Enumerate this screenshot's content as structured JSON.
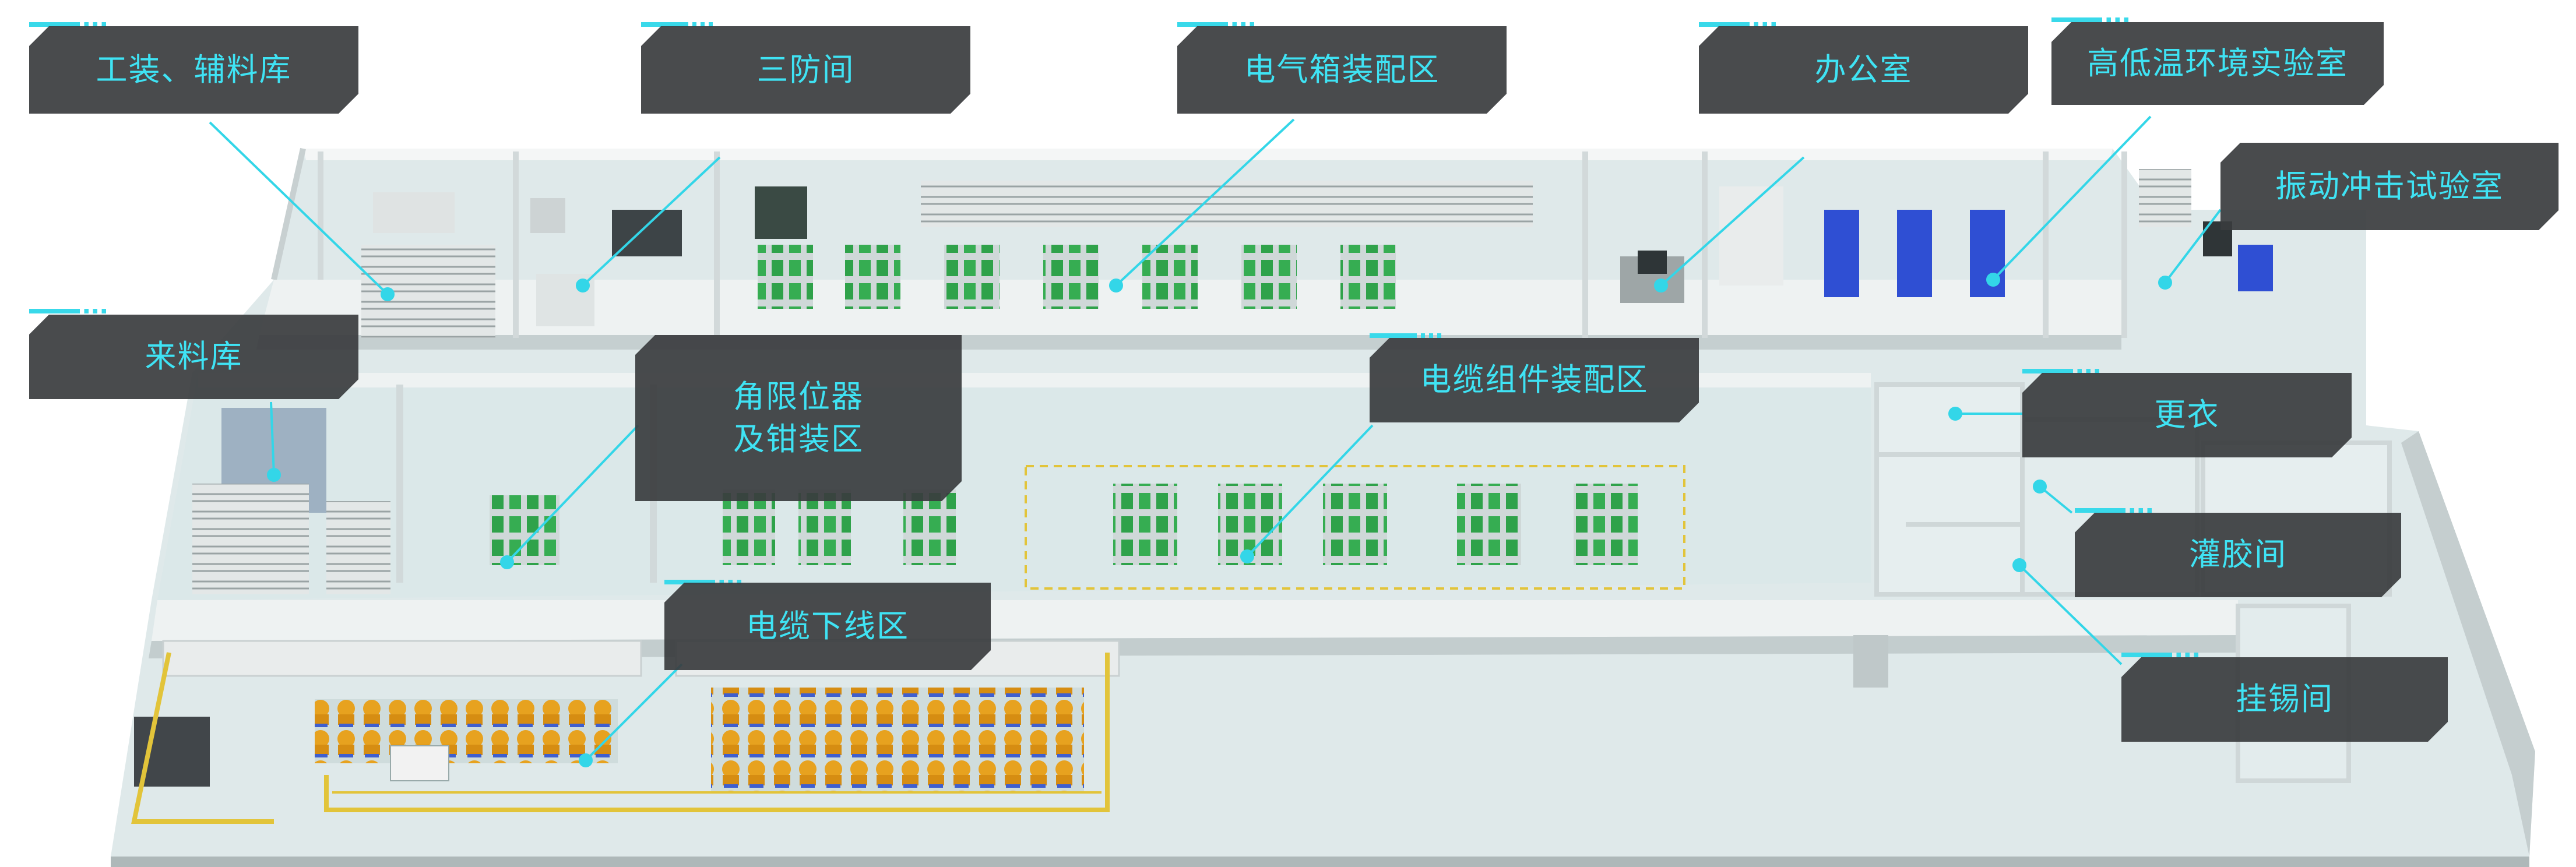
{
  "labels": {
    "tooling_store": "工装、辅料库",
    "triple_proof": "三防间",
    "electrical_box": "电气箱装配区",
    "office": "办公室",
    "thermal_lab": "高低温环境实验室",
    "vibration_lab": "振动冲击试验室",
    "incoming_store": "来料库",
    "angle_limiter_line1": "角限位器",
    "angle_limiter_line2": "及钳装区",
    "cable_component": "电缆组件装配区",
    "changing_room": "更衣",
    "potting_room": "灌胶间",
    "cable_cutting": "电缆下线区",
    "tinning_room": "挂锡间"
  },
  "colors": {
    "label_bg": "#3a3c3e",
    "label_text": "#3fe3f4",
    "leader_line": "#33d6e8",
    "floor": "#d9e7e8",
    "wall_top": "#f3f5f5",
    "wall_side": "#c6cfd0",
    "workbench_green": "#2fa24a",
    "machine_orange": "#e7a21f",
    "cabinet_blue": "#2f4fd3",
    "railing_yellow": "#e2c43a"
  }
}
